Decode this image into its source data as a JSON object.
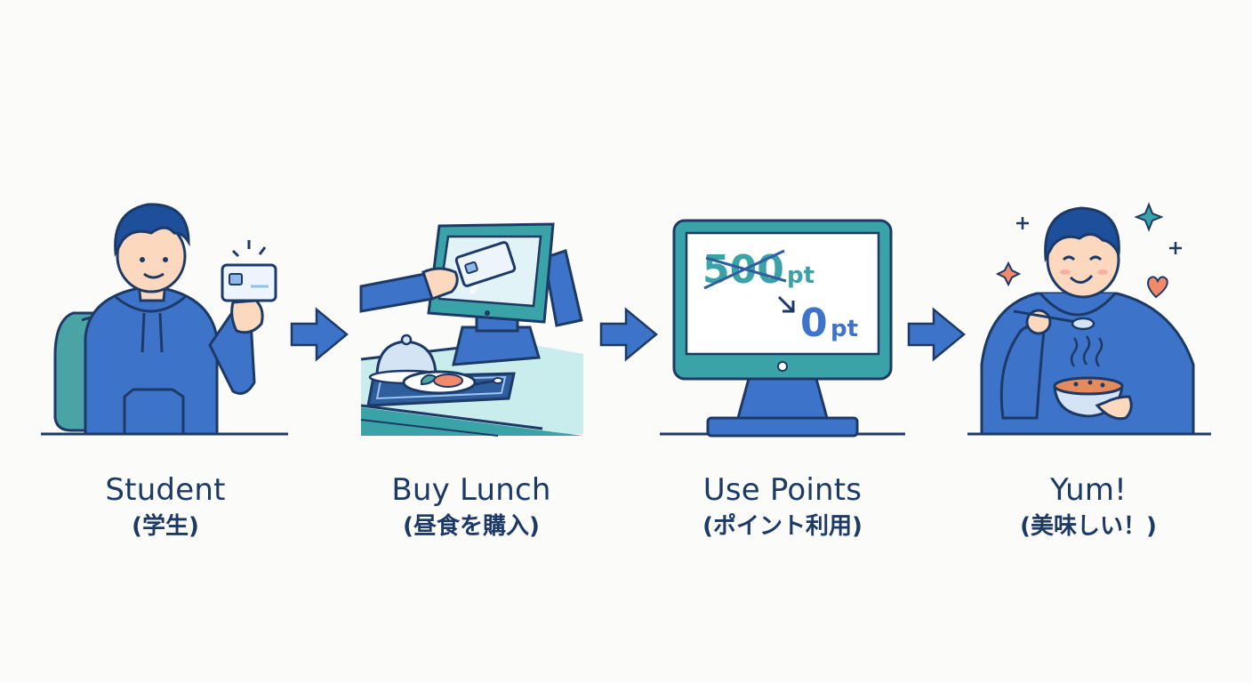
{
  "steps": [
    {
      "label_en": "Student",
      "label_ja": "(学生)",
      "icon": "student-with-card-icon"
    },
    {
      "label_en": "Buy Lunch",
      "label_ja": "(昼食を購入)",
      "icon": "pos-terminal-lunch-icon"
    },
    {
      "label_en": "Use Points",
      "label_ja": "(ポイント利用)",
      "icon": "monitor-points-icon"
    },
    {
      "label_en": "Yum!",
      "label_ja": "(美味しい！)",
      "icon": "student-eating-icon"
    }
  ],
  "points": {
    "before_value": "500",
    "before_unit": "pt",
    "after_value": "0",
    "after_unit": "pt"
  },
  "colors": {
    "primary_blue": "#3d74c9",
    "dark_navy": "#1d3a66",
    "teal": "#3aa3a8",
    "light_teal": "#c9ecec"
  }
}
